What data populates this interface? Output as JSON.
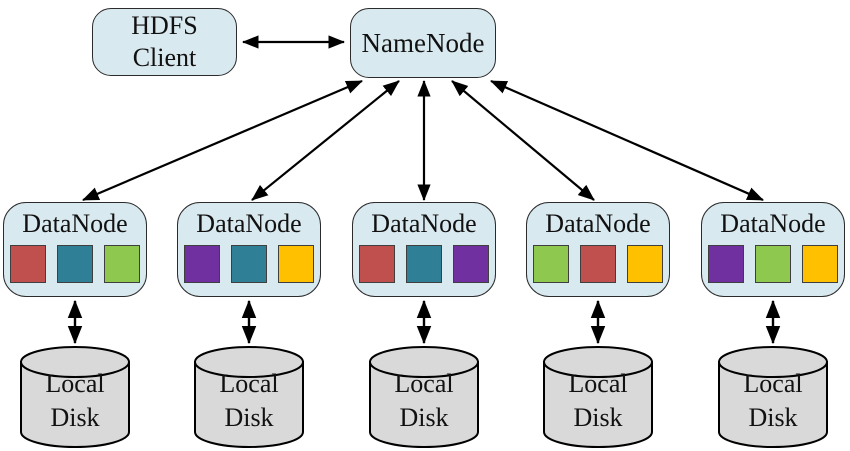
{
  "client": {
    "label": "HDFS\nClient"
  },
  "namenode": {
    "label": "NameNode"
  },
  "datanodes": [
    {
      "label": "DataNode",
      "blocks": [
        "#C0504D",
        "#2F7F96",
        "#8EC84E"
      ],
      "disk": {
        "label": "Local\nDisk"
      }
    },
    {
      "label": "DataNode",
      "blocks": [
        "#7030A0",
        "#2F7F96",
        "#FFC000"
      ],
      "disk": {
        "label": "Local\nDisk"
      }
    },
    {
      "label": "DataNode",
      "blocks": [
        "#C0504D",
        "#2F7F96",
        "#7030A0"
      ],
      "disk": {
        "label": "Local\nDisk"
      }
    },
    {
      "label": "DataNode",
      "blocks": [
        "#8EC84E",
        "#C0504D",
        "#FFC000"
      ],
      "disk": {
        "label": "Local\nDisk"
      }
    },
    {
      "label": "DataNode",
      "blocks": [
        "#7030A0",
        "#8EC84E",
        "#FFC000"
      ],
      "disk": {
        "label": "Local\nDisk"
      }
    }
  ],
  "colors": {
    "node_fill": "#D9E9F0",
    "node_border": "#2B2B2B",
    "disk_fill": "#D9D9D9",
    "arrow": "#000000"
  }
}
